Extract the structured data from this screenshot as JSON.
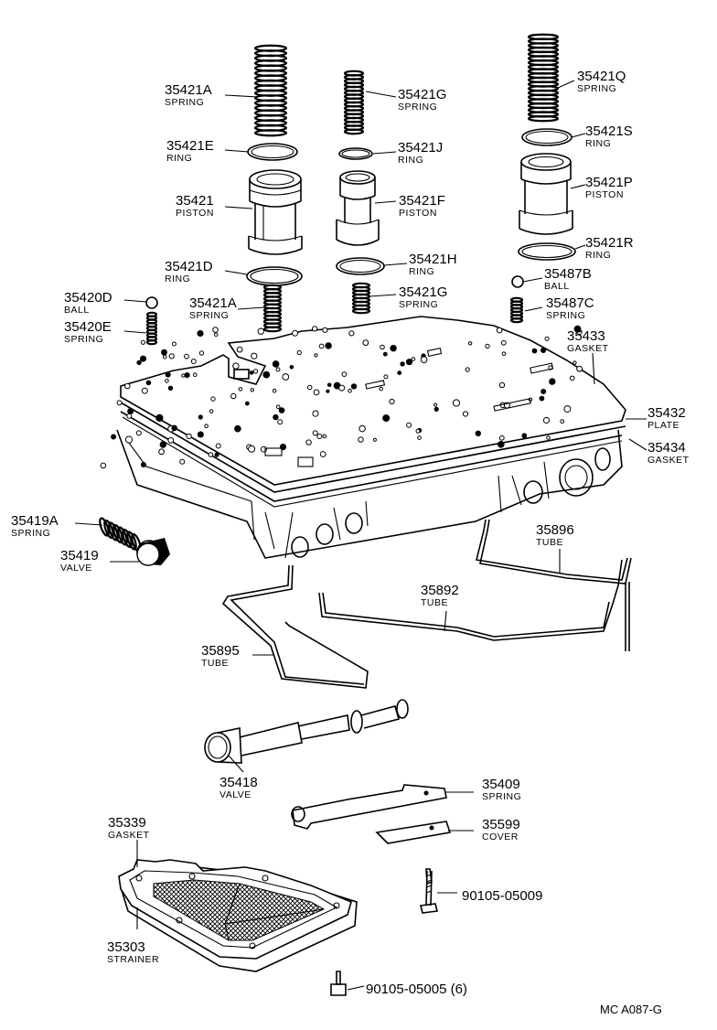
{
  "diagram_code": "MC  A087-G",
  "callouts": [
    {
      "id": "c1",
      "part": "35421A",
      "name": "SPRING"
    },
    {
      "id": "c2",
      "part": "35421G",
      "name": "SPRING"
    },
    {
      "id": "c3",
      "part": "35421Q",
      "name": "SPRING"
    },
    {
      "id": "c4",
      "part": "35421E",
      "name": "RING"
    },
    {
      "id": "c5",
      "part": "35421J",
      "name": "RING"
    },
    {
      "id": "c6",
      "part": "35421S",
      "name": "RING"
    },
    {
      "id": "c7",
      "part": "35421",
      "name": "PISTON"
    },
    {
      "id": "c8",
      "part": "35421F",
      "name": "PISTON"
    },
    {
      "id": "c9",
      "part": "35421P",
      "name": "PISTON"
    },
    {
      "id": "c10",
      "part": "35421D",
      "name": "RING"
    },
    {
      "id": "c11",
      "part": "35421H",
      "name": "RING"
    },
    {
      "id": "c12",
      "part": "35421R",
      "name": "RING"
    },
    {
      "id": "c13",
      "part": "35487B",
      "name": "BALL"
    },
    {
      "id": "c14",
      "part": "35420D",
      "name": "BALL"
    },
    {
      "id": "c15",
      "part": "35421A",
      "name": "SPRING"
    },
    {
      "id": "c16",
      "part": "35421G",
      "name": "SPRING"
    },
    {
      "id": "c17",
      "part": "35487C",
      "name": "SPRING"
    },
    {
      "id": "c18",
      "part": "35420E",
      "name": "SPRING"
    },
    {
      "id": "c19",
      "part": "35433",
      "name": "GASKET"
    },
    {
      "id": "c20",
      "part": "35432",
      "name": "PLATE"
    },
    {
      "id": "c21",
      "part": "35434",
      "name": "GASKET"
    },
    {
      "id": "c22",
      "part": "35419A",
      "name": "SPRING"
    },
    {
      "id": "c23",
      "part": "35419",
      "name": "VALVE"
    },
    {
      "id": "c24",
      "part": "35896",
      "name": "TUBE"
    },
    {
      "id": "c25",
      "part": "35892",
      "name": "TUBE"
    },
    {
      "id": "c26",
      "part": "35895",
      "name": "TUBE"
    },
    {
      "id": "c27",
      "part": "35418",
      "name": "VALVE"
    },
    {
      "id": "c28",
      "part": "35409",
      "name": "SPRING"
    },
    {
      "id": "c29",
      "part": "35599",
      "name": "COVER"
    },
    {
      "id": "c30",
      "part": "35339",
      "name": "GASKET"
    },
    {
      "id": "c31",
      "part": "90105-05009",
      "name": ""
    },
    {
      "id": "c32",
      "part": "35303",
      "name": "STRAINER"
    },
    {
      "id": "c33",
      "part": "90105-05005 (6)",
      "name": ""
    }
  ]
}
